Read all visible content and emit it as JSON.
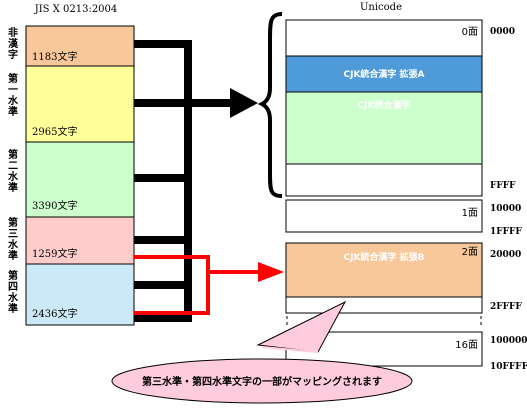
{
  "diagram": {
    "jis_title": "JIS X 0213:2004",
    "unicode_title": "Unicode",
    "jis_blocks": [
      {
        "side_label": "非漢字",
        "count": "1183文字",
        "fill": "#f9c89a"
      },
      {
        "side_label": "第一水準",
        "count": "2965文字",
        "fill": "#ffff99"
      },
      {
        "side_label": "第二水準",
        "count": "3390文字",
        "fill": "#ccffcc"
      },
      {
        "side_label": "第三水準",
        "count": "1259文字",
        "fill": "#ffcccc"
      },
      {
        "side_label": "第四水準",
        "count": "2436文字",
        "fill": "#cce9f7"
      }
    ],
    "plane0": {
      "plane_label": "0面",
      "start_code": "0000",
      "end_code": "FFFF",
      "ext_a_label": "CJK統合漢字 拡張A",
      "ext_a_fill": "#4f9bd9",
      "cjk_label": "CJK統合漢字",
      "cjk_fill": "#ccffcc"
    },
    "plane1": {
      "plane_label": "1面",
      "start_code": "10000",
      "end_code": "1FFFF"
    },
    "plane2": {
      "plane_label": "2面",
      "start_code": "20000",
      "end_code": "2FFFF",
      "ext_b_label": "CJK統合漢字 拡張B",
      "ext_b_fill": "#f9c89a"
    },
    "plane16": {
      "plane_label": "16面",
      "start_code": "100000",
      "end_code": "10FFFF"
    },
    "callout": {
      "text": "第三水準・第四水準文字の一部がマッピングされます",
      "fill": "#ffccdd"
    },
    "colors": {
      "black_arrow": "#000000",
      "red_arrow": "#ff0000"
    }
  }
}
